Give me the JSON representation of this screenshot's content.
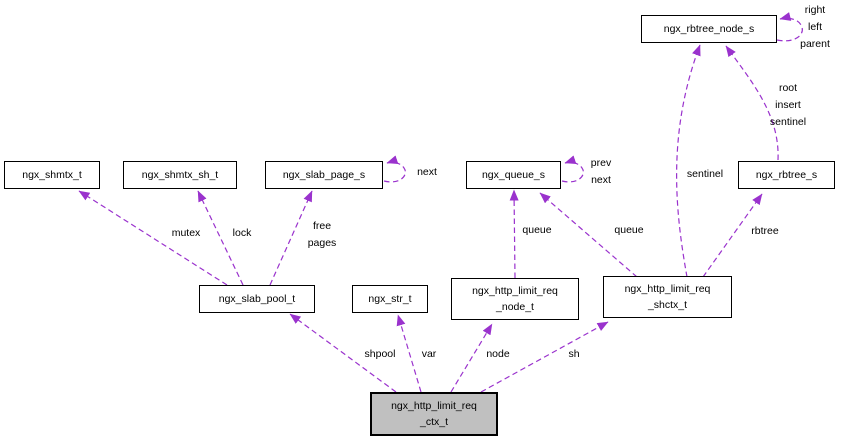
{
  "diagram": {
    "colors": {
      "edge": "#9a32cd",
      "node_border": "#000000",
      "node_fill": "#ffffff",
      "focus_node_fill": "#c0c0c0",
      "text": "#000000",
      "background": "#ffffff"
    },
    "nodes": [
      {
        "id": "ngx_rbtree_node_s",
        "label": "ngx_rbtree_node_s",
        "highlighted": false
      },
      {
        "id": "ngx_shmtx_t",
        "label": "ngx_shmtx_t",
        "highlighted": false
      },
      {
        "id": "ngx_shmtx_sh_t",
        "label": "ngx_shmtx_sh_t",
        "highlighted": false
      },
      {
        "id": "ngx_slab_page_s",
        "label": "ngx_slab_page_s",
        "highlighted": false
      },
      {
        "id": "ngx_queue_s",
        "label": "ngx_queue_s",
        "highlighted": false
      },
      {
        "id": "ngx_rbtree_s",
        "label": "ngx_rbtree_s",
        "highlighted": false
      },
      {
        "id": "ngx_slab_pool_t",
        "label": "ngx_slab_pool_t",
        "highlighted": false
      },
      {
        "id": "ngx_str_t",
        "label": "ngx_str_t",
        "highlighted": false
      },
      {
        "id": "ngx_http_limit_req_node_t",
        "label": "ngx_http_limit_req\n_node_t",
        "highlighted": false
      },
      {
        "id": "ngx_http_limit_req_shctx_t",
        "label": "ngx_http_limit_req\n_shctx_t",
        "highlighted": false
      },
      {
        "id": "ngx_http_limit_req_ctx_t",
        "label": "ngx_http_limit_req\n_ctx_t",
        "highlighted": true
      }
    ],
    "edges": [
      {
        "from": "ngx_rbtree_node_s",
        "to": "ngx_rbtree_node_s",
        "label": "right\nleft\nparent"
      },
      {
        "from": "ngx_rbtree_s",
        "to": "ngx_rbtree_node_s",
        "label": "root\ninsert\nsentinel"
      },
      {
        "from": "ngx_slab_page_s",
        "to": "ngx_slab_page_s",
        "label": "next"
      },
      {
        "from": "ngx_queue_s",
        "to": "ngx_queue_s",
        "label": "prev\nnext"
      },
      {
        "from": "ngx_slab_pool_t",
        "to": "ngx_shmtx_t",
        "label": "mutex"
      },
      {
        "from": "ngx_slab_pool_t",
        "to": "ngx_shmtx_sh_t",
        "label": "lock"
      },
      {
        "from": "ngx_slab_pool_t",
        "to": "ngx_slab_page_s",
        "label": "free\npages"
      },
      {
        "from": "ngx_http_limit_req_node_t",
        "to": "ngx_queue_s",
        "label": "queue"
      },
      {
        "from": "ngx_http_limit_req_shctx_t",
        "to": "ngx_queue_s",
        "label": "queue"
      },
      {
        "from": "ngx_http_limit_req_shctx_t",
        "to": "ngx_rbtree_node_s",
        "label": "sentinel"
      },
      {
        "from": "ngx_http_limit_req_shctx_t",
        "to": "ngx_rbtree_s",
        "label": "rbtree"
      },
      {
        "from": "ngx_http_limit_req_ctx_t",
        "to": "ngx_slab_pool_t",
        "label": "shpool"
      },
      {
        "from": "ngx_http_limit_req_ctx_t",
        "to": "ngx_str_t",
        "label": "var"
      },
      {
        "from": "ngx_http_limit_req_ctx_t",
        "to": "ngx_http_limit_req_node_t",
        "label": "node"
      },
      {
        "from": "ngx_http_limit_req_ctx_t",
        "to": "ngx_http_limit_req_shctx_t",
        "label": "sh"
      }
    ]
  }
}
